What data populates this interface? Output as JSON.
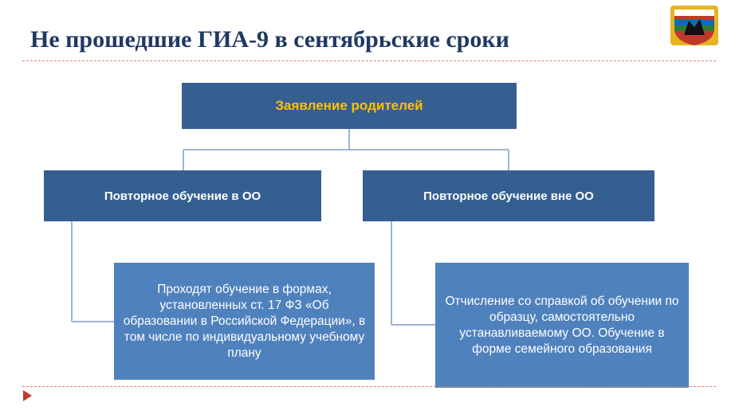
{
  "slide": {
    "title": "Не прошедшие ГИА-9 в сентябрьские сроки"
  },
  "diagram": {
    "root": "Заявление родителей",
    "branches": [
      {
        "label": "Повторное обучение в ОО",
        "detail": "Проходят обучение в формах, установленных ст. 17 ФЗ «Об образовании в Российской Федерации», в том числе по индивидуальному учебному плану"
      },
      {
        "label": "Повторное обучение вне ОО",
        "detail": "Отчисление со справкой об обучении по образцу, самостоятельно устанавливаемому ОО. Обучение в форме семейного образования"
      }
    ]
  },
  "colors": {
    "title": "#1f3864",
    "box_dark": "#365f91",
    "box_light": "#4f81bd",
    "root_text": "#ffc000",
    "connector": "#9db5d3",
    "accent": "#c0392b"
  },
  "icons": [
    "coat-of-arms-icon",
    "triangle-bullet-icon"
  ]
}
